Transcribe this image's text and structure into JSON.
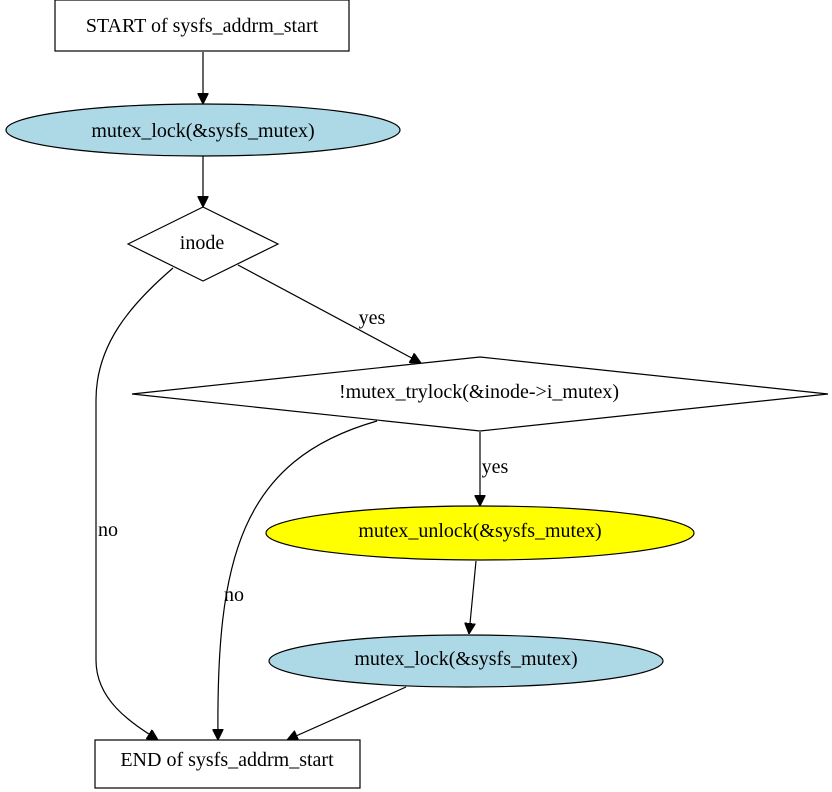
{
  "diagram": {
    "colors": {
      "lock": "#add8e6",
      "unlock": "#ffff00",
      "plain": "#ffffff",
      "stroke": "#000000"
    },
    "nodes": {
      "start": {
        "label": "START of sysfs_addrm_start",
        "shape": "box"
      },
      "lock1": {
        "label": "mutex_lock(&sysfs_mutex)",
        "shape": "ellipse",
        "fill": "lightblue"
      },
      "inode": {
        "label": "inode",
        "shape": "diamond"
      },
      "trylock": {
        "label": "!mutex_trylock(&inode->i_mutex)",
        "shape": "diamond"
      },
      "unlock": {
        "label": "mutex_unlock(&sysfs_mutex)",
        "shape": "ellipse",
        "fill": "yellow"
      },
      "lock2": {
        "label": "mutex_lock(&sysfs_mutex)",
        "shape": "ellipse",
        "fill": "lightblue"
      },
      "end": {
        "label": "END of sysfs_addrm_start",
        "shape": "box"
      }
    },
    "edges": {
      "inode_yes": "yes",
      "inode_no": "no",
      "trylock_yes": "yes",
      "trylock_no": "no"
    }
  }
}
